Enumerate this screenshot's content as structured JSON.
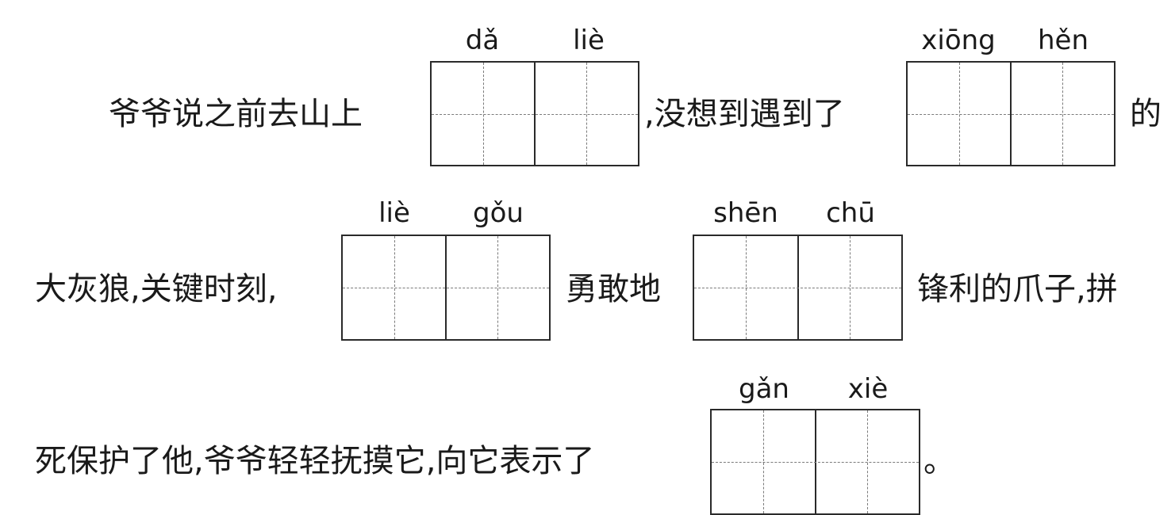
{
  "line1": {
    "text_a": "爷爷说之前去山上",
    "text_b": ",没想到遇到了",
    "text_c": "的",
    "blank1_pinyin": [
      "dǎ",
      "liè"
    ],
    "blank2_pinyin": [
      "xiōng",
      "hěn"
    ]
  },
  "line2": {
    "text_a": "大灰狼,关键时刻,",
    "text_b": "勇敢地",
    "text_c": "锋利的爪子,拼",
    "blank3_pinyin": [
      "liè",
      "gǒu"
    ],
    "blank4_pinyin": [
      "shēn",
      "chū"
    ]
  },
  "line3": {
    "text_a": "死保护了他,爷爷轻轻抚摸它,向它表示了",
    "text_b": "。",
    "blank5_pinyin": [
      "gǎn",
      "xiè"
    ]
  }
}
